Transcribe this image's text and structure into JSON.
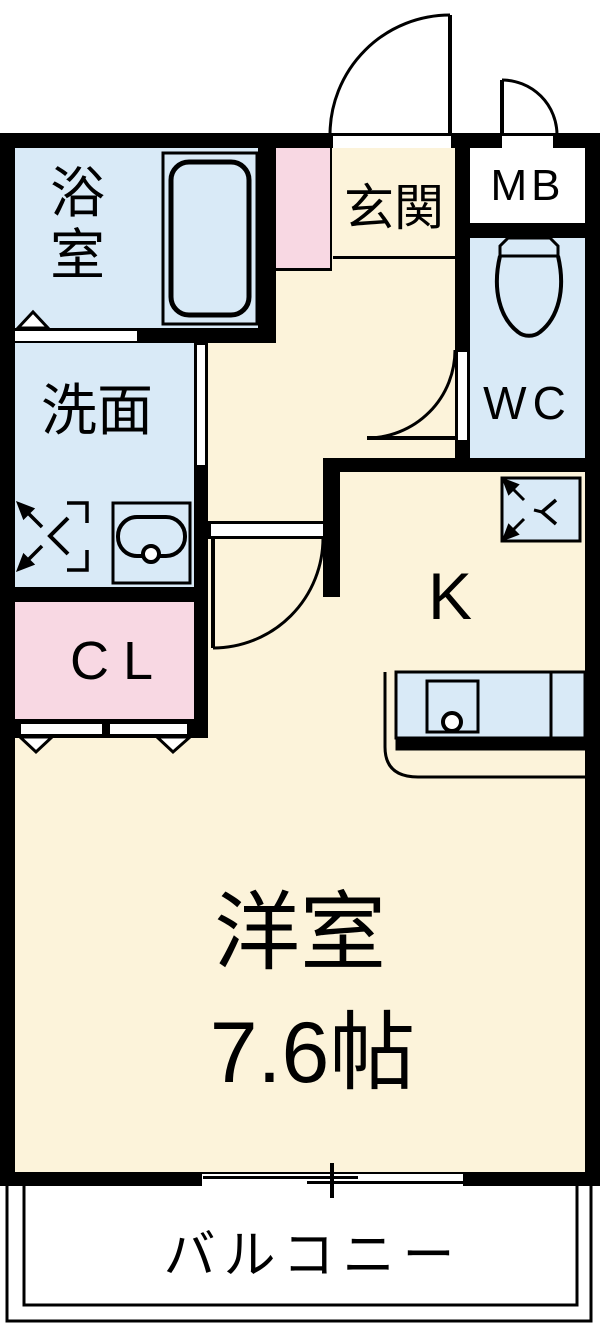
{
  "title": "1K apartment floor plan",
  "colors": {
    "wall": "#000000",
    "water": "#D9EAF7",
    "floor": "#FCF3DA",
    "closet_pink": "#F8D8E3",
    "outside": "#FFFFFF"
  },
  "rooms": {
    "bathroom": {
      "label": "浴室"
    },
    "washroom": {
      "label": "洗面"
    },
    "closet": {
      "label": "CL"
    },
    "entrance": {
      "label": "玄関"
    },
    "meter_box": {
      "label": "MB"
    },
    "toilet": {
      "label": "WC"
    },
    "kitchen": {
      "label": "K"
    },
    "western_room": {
      "label": "洋室",
      "size": "7.6帖"
    },
    "balcony": {
      "label": "バルコニー"
    }
  }
}
